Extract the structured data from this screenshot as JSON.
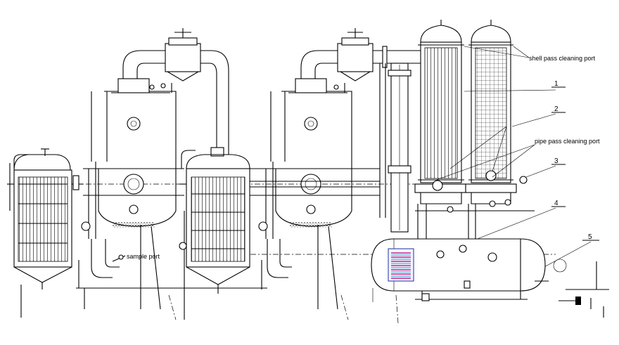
{
  "annotations": {
    "shell_pass": "shell pass cleaning port",
    "pipe_pass": "pipe pass cleaning port",
    "sample_port": "sample port"
  },
  "callouts": [
    "1",
    "2",
    "3",
    "4",
    "5"
  ],
  "colors": {
    "line": "#000000",
    "coil_magenta": "#d0208f",
    "coil_cyan": "#1aa3c8",
    "coil_blue": "#1c2fa0"
  }
}
